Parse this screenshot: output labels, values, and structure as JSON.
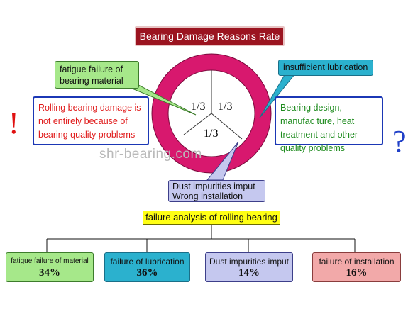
{
  "title": "Bearing Damage Reasons Rate",
  "callouts": {
    "fatigue": "fatigue failure of bearing material",
    "rolling": "Rolling bearing damage is not entirely because of bearing quality problems",
    "lubrication": "insufficient lubrication",
    "design": "Bearing design, manufac ture, heat treatment and other quality problems",
    "dust": "Dust impurities imput Wrong installation"
  },
  "ring_labels": [
    "1/3",
    "1/3",
    "1/3"
  ],
  "symbols": {
    "exclamation": "!",
    "question": "?"
  },
  "watermark": "shr-bearing.com",
  "flow": {
    "title": "failure analysis of rolling bearing",
    "leaves": [
      {
        "label": "fatigue failure of material",
        "percent": "34%"
      },
      {
        "label": "failure of lubrication",
        "percent": "36%"
      },
      {
        "label": "Dust impurities imput",
        "percent": "14%"
      },
      {
        "label": "failure of installation",
        "percent": "16%"
      }
    ]
  },
  "colors": {
    "title_bg": "#9b1420",
    "ring": "#d8186e",
    "green_fill": "#a6e88a",
    "blue_fill": "#2bb1ce",
    "lilac_fill": "#c5c8ef",
    "yellow_fill": "#ffff14",
    "pink_fill": "#f2a9a9",
    "box_border": "#1b37b5"
  }
}
